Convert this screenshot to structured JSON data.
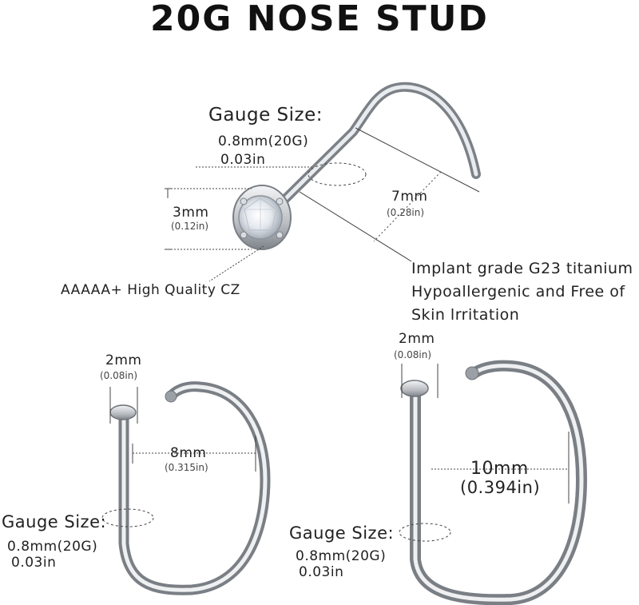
{
  "title": "20G NOSE STUD",
  "screw": {
    "gauge_label": "Gauge Size:",
    "gauge_mm": "0.8mm(20G)",
    "gauge_in": "0.03in",
    "head_mm": "3mm",
    "head_in": "(0.12in)",
    "length_mm": "7mm",
    "length_in": "(0.28in)",
    "stone_label": "AAAAA+ High Quality CZ",
    "material_lines": [
      "Implant grade G23 titanium",
      "Hypoallergenic and Free of",
      "Skin lrritation"
    ]
  },
  "hoop_small": {
    "head_mm": "2mm",
    "head_in": "(0.08in)",
    "diam_mm": "8mm",
    "diam_in": "(0.315in)",
    "gauge_label": "Gauge Size:",
    "gauge_mm": "0.8mm(20G)",
    "gauge_in": "0.03in"
  },
  "hoop_large": {
    "head_mm": "2mm",
    "head_in": "(0.08in)",
    "diam_mm": "10mm",
    "diam_in": "(0.394in)",
    "gauge_label": "Gauge Size:",
    "gauge_mm": "0.8mm(20G)",
    "gauge_in": "0.03in"
  },
  "colors": {
    "metal": "#c8ccd0",
    "metal_dark": "#8c9196",
    "guide_line": "#555555"
  }
}
